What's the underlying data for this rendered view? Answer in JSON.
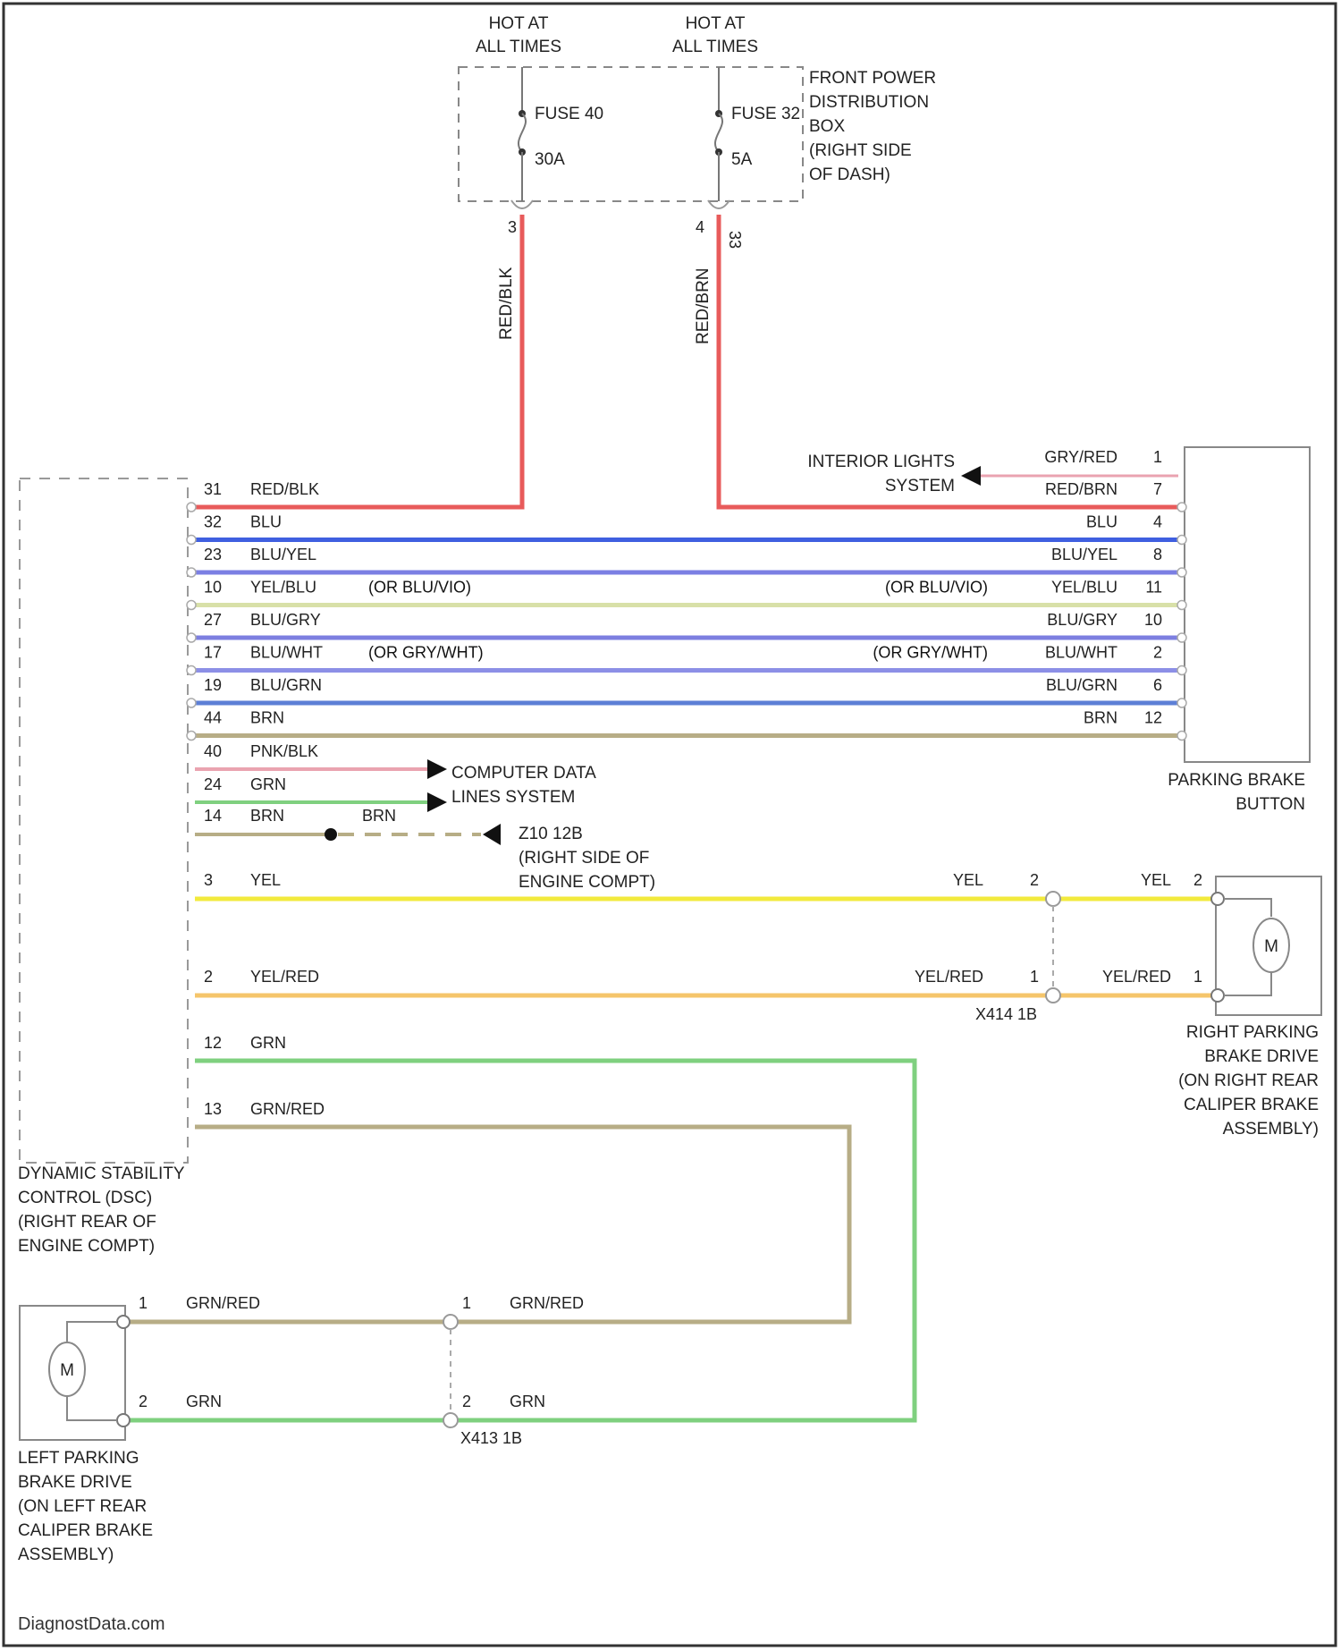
{
  "power": {
    "hot1_line1": "HOT AT",
    "hot1_line2": "ALL TIMES",
    "hot2_line1": "HOT AT",
    "hot2_line2": "ALL TIMES",
    "fuse1_name": "FUSE 40",
    "fuse1_amp": "30A",
    "fuse2_name": "FUSE 32",
    "fuse2_amp": "5A",
    "box_lines": [
      "FRONT POWER",
      "DISTRIBUTION",
      "BOX",
      "(RIGHT SIDE",
      "OF DASH)"
    ],
    "pin_a": "3",
    "pin_b": "4",
    "pin_c": "33",
    "wire1_color": "RED/BLK",
    "wire2_color": "RED/BRN"
  },
  "dsc_module": {
    "label_lines": [
      "DYNAMIC STABILITY",
      "CONTROL (DSC)",
      "(RIGHT REAR OF",
      "ENGINE COMPT)"
    ]
  },
  "parking_brake_button": {
    "label_lines": [
      "PARKING BRAKE",
      "BUTTON"
    ]
  },
  "interior_lights": {
    "lines": [
      "INTERIOR LIGHTS",
      "SYSTEM"
    ],
    "wire": "GRY/RED",
    "pin": "1"
  },
  "harness_wires": [
    {
      "lpin": "31",
      "lcolor": "RED/BLK",
      "rcolor": "RED/BRN",
      "rpin": "7",
      "lnote": "",
      "rnote": "",
      "hex": "#e85b5b"
    },
    {
      "lpin": "32",
      "lcolor": "BLU",
      "rcolor": "BLU",
      "rpin": "4",
      "lnote": "",
      "rnote": "",
      "hex": "#3f5fe0"
    },
    {
      "lpin": "23",
      "lcolor": "BLU/YEL",
      "rcolor": "BLU/YEL",
      "rpin": "8",
      "lnote": "",
      "rnote": "",
      "hex": "#7b7fe3"
    },
    {
      "lpin": "10",
      "lcolor": "YEL/BLU",
      "rcolor": "YEL/BLU",
      "rpin": "11",
      "lnote": "(OR BLU/VIO)",
      "rnote": "(OR BLU/VIO)",
      "hex": "#d8e0a8"
    },
    {
      "lpin": "27",
      "lcolor": "BLU/GRY",
      "rcolor": "BLU/GRY",
      "rpin": "10",
      "lnote": "",
      "rnote": "",
      "hex": "#7d7fe0"
    },
    {
      "lpin": "17",
      "lcolor": "BLU/WHT",
      "rcolor": "BLU/WHT",
      "rpin": "2",
      "lnote": "(OR GRY/WHT)",
      "rnote": "(OR GRY/WHT)",
      "hex": "#8c8fe6"
    },
    {
      "lpin": "19",
      "lcolor": "BLU/GRN",
      "rcolor": "BLU/GRN",
      "rpin": "6",
      "lnote": "",
      "rnote": "",
      "hex": "#5d7fd6"
    },
    {
      "lpin": "44",
      "lcolor": "BRN",
      "rcolor": "BRN",
      "rpin": "12",
      "lnote": "",
      "rnote": "",
      "hex": "#b7ad86"
    }
  ],
  "data_lines": {
    "wire_a_pin": "40",
    "wire_a_color": "PNK/BLK",
    "wire_b_pin": "24",
    "wire_b_color": "GRN",
    "label_lines": [
      "COMPUTER DATA",
      "LINES SYSTEM"
    ]
  },
  "ground": {
    "pin": "14",
    "color_left": "BRN",
    "color_right": "BRN",
    "label_lines": [
      "Z10 12B",
      "(RIGHT SIDE OF",
      "ENGINE COMPT)"
    ]
  },
  "right_drive": {
    "wire_yel_lpin": "3",
    "wire_yel_lcolor": "YEL",
    "wire_yel_mcolor": "YEL",
    "wire_yel_mpin": "2",
    "wire_yel_rcolor": "YEL",
    "wire_yel_rpin": "2",
    "wire_yr_lpin": "2",
    "wire_yr_lcolor": "YEL/RED",
    "wire_yr_mcolor": "YEL/RED",
    "wire_yr_mpin": "1",
    "wire_yr_rcolor": "YEL/RED",
    "wire_yr_rpin": "1",
    "connector": "X414 1B",
    "motor_symbol": "M",
    "label_lines": [
      "RIGHT PARKING",
      "BRAKE DRIVE",
      "(ON RIGHT REAR",
      "CALIPER BRAKE",
      "ASSEMBLY)"
    ]
  },
  "left_drive_wires": {
    "wire_grn_lpin": "12",
    "wire_grn_lcolor": "GRN",
    "wire_gr_lpin": "13",
    "wire_gr_lcolor": "GRN/RED"
  },
  "left_drive": {
    "pin1": "1",
    "pin1_color": "GRN/RED",
    "mid_pin1": "1",
    "mid_color1": "GRN/RED",
    "pin2": "2",
    "pin2_color": "GRN",
    "mid_pin2": "2",
    "mid_color2": "GRN",
    "connector": "X413 1B",
    "motor_symbol": "M",
    "label_lines": [
      "LEFT PARKING",
      "BRAKE DRIVE",
      "(ON LEFT REAR",
      "CALIPER BRAKE",
      "ASSEMBLY)"
    ]
  },
  "watermark": "DiagnostData.com",
  "colors": {
    "red": "#e85b5b",
    "yellow": "#f2ea3c",
    "orange": "#f5c56b",
    "green": "#7fd07f",
    "tan": "#b7ad86",
    "pink": "#eaa3b0",
    "frame": "#333333"
  }
}
